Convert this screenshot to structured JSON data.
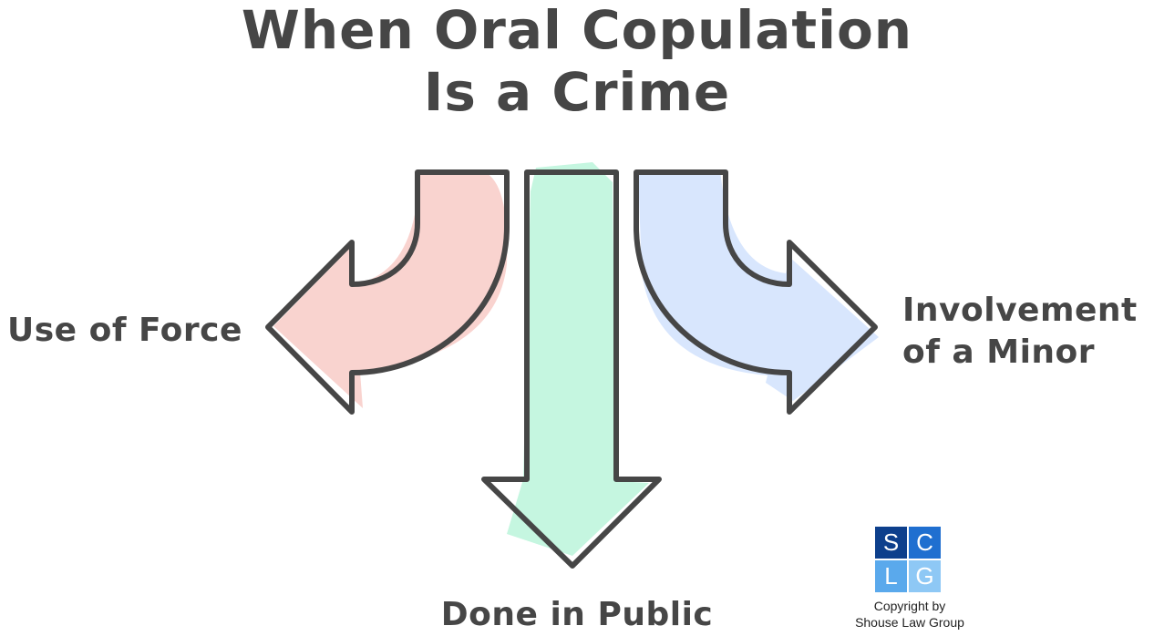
{
  "title": {
    "line1": "When Oral Copulation",
    "line2": "Is a Crime"
  },
  "branches": {
    "left": {
      "label": "Use of Force",
      "color": "#f9d3cf"
    },
    "center": {
      "label": "Done in Public",
      "color": "#c5f6e0"
    },
    "right": {
      "label_line1": "Involvement",
      "label_line2": "of a Minor",
      "color": "#d8e6fd"
    }
  },
  "outline_color": "#464646",
  "logo": {
    "letters": [
      "S",
      "C",
      "L",
      "G"
    ],
    "colors": [
      "#0d3f8c",
      "#1f6fd0",
      "#5aa9ec",
      "#8ec8f5"
    ],
    "caption_line1": "Copyright by",
    "caption_line2": "Shouse Law Group"
  }
}
